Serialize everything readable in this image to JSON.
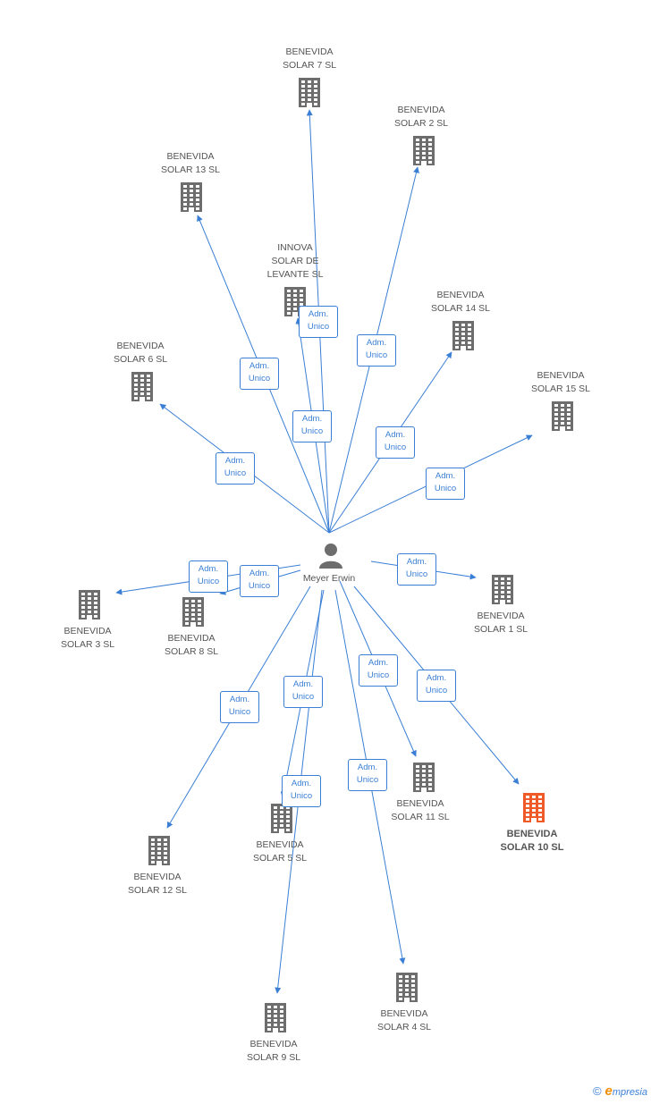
{
  "center": {
    "name": "Meyer Erwin",
    "icon": "person-icon"
  },
  "relation_label": [
    "Adm.",
    "Unico"
  ],
  "colors": {
    "edge": "#3a7fd5",
    "building": "#6d6d6d",
    "highlight": "#f05a28"
  },
  "companies": [
    {
      "id": "s7",
      "lines": [
        "BENEVIDA",
        "SOLAR 7 SL"
      ]
    },
    {
      "id": "s2",
      "lines": [
        "BENEVIDA",
        "SOLAR 2 SL"
      ]
    },
    {
      "id": "s13",
      "lines": [
        "BENEVIDA",
        "SOLAR 13 SL"
      ]
    },
    {
      "id": "innova",
      "lines": [
        "INNOVA",
        "SOLAR DE",
        "LEVANTE SL"
      ]
    },
    {
      "id": "s14",
      "lines": [
        "BENEVIDA",
        "SOLAR 14 SL"
      ]
    },
    {
      "id": "s6",
      "lines": [
        "BENEVIDA",
        "SOLAR 6 SL"
      ]
    },
    {
      "id": "s15",
      "lines": [
        "BENEVIDA",
        "SOLAR 15 SL"
      ]
    },
    {
      "id": "s1",
      "lines": [
        "BENEVIDA",
        "SOLAR 1 SL"
      ]
    },
    {
      "id": "s3",
      "lines": [
        "BENEVIDA",
        "SOLAR 3 SL"
      ]
    },
    {
      "id": "s8",
      "lines": [
        "BENEVIDA",
        "SOLAR 8 SL"
      ]
    },
    {
      "id": "s11",
      "lines": [
        "BENEVIDA",
        "SOLAR 11 SL"
      ]
    },
    {
      "id": "s10",
      "lines": [
        "BENEVIDA",
        "SOLAR 10 SL"
      ],
      "highlight": true
    },
    {
      "id": "s12",
      "lines": [
        "BENEVIDA",
        "SOLAR 12 SL"
      ]
    },
    {
      "id": "s5",
      "lines": [
        "BENEVIDA",
        "SOLAR 5 SL"
      ]
    },
    {
      "id": "s9",
      "lines": [
        "BENEVIDA",
        "SOLAR 9 SL"
      ]
    },
    {
      "id": "s4",
      "lines": [
        "BENEVIDA",
        "SOLAR 4 SL"
      ]
    }
  ],
  "footer": {
    "copyright": "©",
    "brand_initial": "e",
    "brand_rest": "mpresia"
  }
}
